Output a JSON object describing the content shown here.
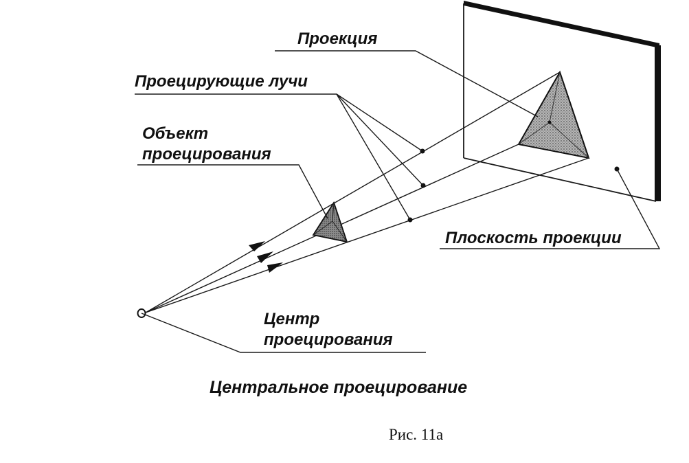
{
  "labels": {
    "projection": "Проекция",
    "projecting_rays": "Проецирующие лучи",
    "object_line1": "Объект",
    "object_line2": "проецирования",
    "projection_plane": "Плоскость проекции",
    "center_line1": "Центр",
    "center_line2": "проецирования"
  },
  "title": "Центральное проецирование",
  "caption": "Рис. 11а",
  "colors": {
    "ink": "#111111",
    "projection_fill": "#9a9a9a",
    "object_fill": "#6e6e6e"
  }
}
